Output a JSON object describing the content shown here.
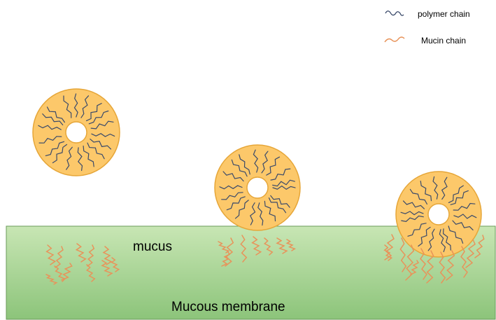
{
  "legend": {
    "polymer_label": "polymer chain",
    "mucin_label": "Mucin chain"
  },
  "labels": {
    "mucus": "mucus",
    "membrane": "Mucous membrane"
  },
  "colors": {
    "polymer_chain": "#3a4a6a",
    "mucin_chain": "#e8935a",
    "particle_fill": "#fcc86a",
    "particle_stroke": "#e6a638",
    "mucus_top": "#c8e6b4",
    "mucus_bottom": "#8cc47a",
    "mucus_border": "#6a9a5a"
  },
  "particles": [
    {
      "name": "nanoparticle-1",
      "state": "free"
    },
    {
      "name": "nanoparticle-2",
      "state": "contacting mucus"
    },
    {
      "name": "nanoparticle-3",
      "state": "adhered to mucus"
    }
  ]
}
